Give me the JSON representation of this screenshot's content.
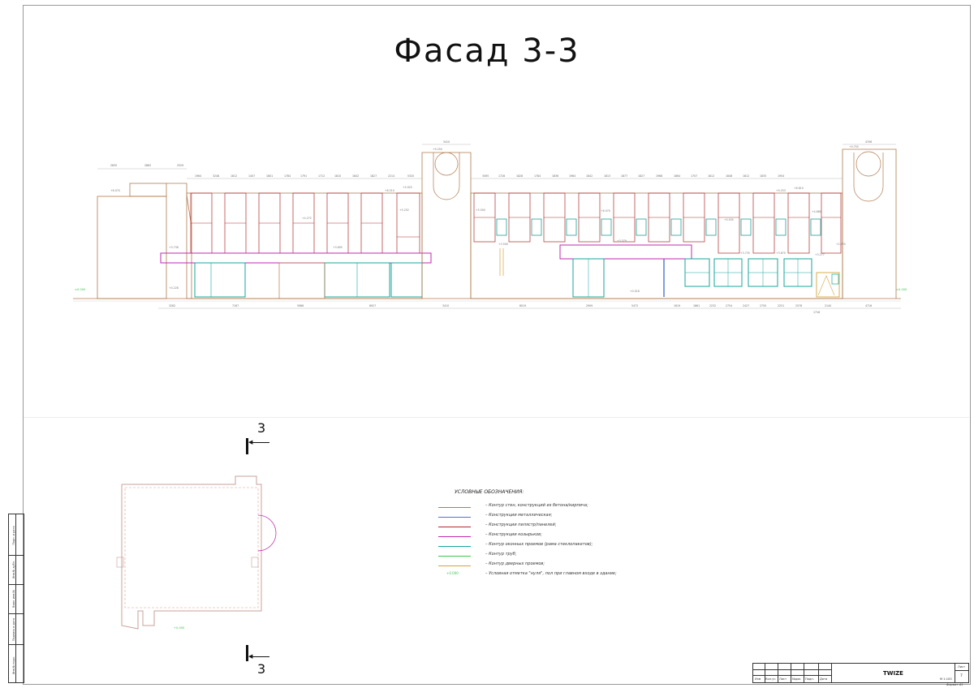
{
  "drawing": {
    "title": "Фасад 3-3",
    "section_label": "3",
    "zero_mark": "±0.000",
    "plan_mark": "+0.000"
  },
  "legend": {
    "title": "УСЛОВНЫЕ ОБОЗНАЧЕНИЯ:",
    "items": [
      {
        "color": "#b07b4e",
        "text": "– Контур стен, конструкций из бетона/кирпича;"
      },
      {
        "color": "#4a74d6",
        "text": "– Конструкции металлическая;"
      },
      {
        "color": "#b02a2a",
        "text": "– Конструкции пилястр/панелей;"
      },
      {
        "color": "#c02ab0",
        "text": "– Конструкции козырьков;"
      },
      {
        "color": "#17a59a",
        "text": "– Контур оконных проемов (рама стеклопакетов);"
      },
      {
        "color": "#3ec456",
        "text": "– Контур труб;"
      },
      {
        "color": "#d4a43a",
        "text": "– Контур дверных проемов;"
      }
    ],
    "zero_note": "– Условная отметка \"нуля\", пол при главном входе в здание;"
  },
  "title_block": {
    "headers": [
      "Изм",
      "Кол.уч",
      "Лист",
      "№док",
      "Подп.",
      "Дата"
    ],
    "project": "TWIZE",
    "sheet_label": "Лист",
    "sheet_number": "7",
    "scale": "М 1:100",
    "format": "Формат А1"
  },
  "side_stamp": [
    "Инв.№ подл.",
    "Подпись и дата",
    "Взам. инв.№",
    "Инв.№ дубл.",
    "Подп. и дата"
  ],
  "elevation": {
    "levels": [
      "+6.070",
      "+9.250",
      "+6.510",
      "+5.925",
      "+9.755",
      "+5.252",
      "+3.738",
      "+3.695",
      "+0.228",
      "+5.500",
      "+3.500",
      "+6.070",
      "+4.272",
      "+3.579",
      "+5.935",
      "+3.735",
      "+3.670",
      "+3.277",
      "+0.018",
      "+9.253",
      "+6.610",
      "+4.880",
      "+2.755"
    ],
    "top_dims": [
      "2835",
      "2862",
      "2529",
      "1964",
      "3248",
      "1812",
      "1407",
      "1801",
      "1784",
      "1791",
      "1712",
      "1810",
      "1842",
      "1827",
      "2214",
      "5320",
      "3410",
      "3495",
      "1728",
      "1828",
      "1784",
      "1836",
      "1964",
      "1842",
      "1813",
      "1877",
      "1827",
      "1968",
      "1864",
      "1707",
      "1812",
      "1848",
      "1812",
      "1835",
      "1954",
      "4706"
    ],
    "bottom_dims": [
      "3262",
      "7167",
      "5986",
      "8927",
      "3410",
      "8019",
      "2909",
      "5472",
      "1619",
      "1861",
      "2232",
      "2754",
      "2427",
      "2750",
      "2251",
      "2578",
      "2140",
      "4716",
      "1716"
    ]
  }
}
